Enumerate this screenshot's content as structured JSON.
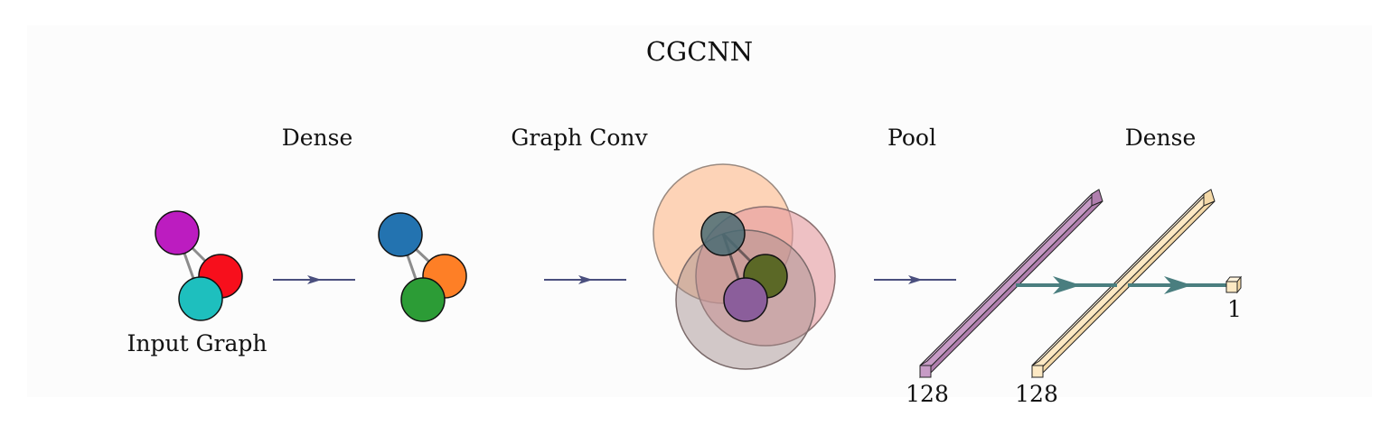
{
  "title": "CGCNN",
  "stages": {
    "dense_1": "Dense",
    "graph_conv": "Graph Conv",
    "pool": "Pool",
    "dense_2": "Dense"
  },
  "input_label": "Input Graph",
  "layers": {
    "pooled_size": "128",
    "dense_size": "128",
    "output_size": "1"
  },
  "colors": {
    "input_nodes": [
      "#bc1cc0",
      "#f70f1c",
      "#1ebfbe"
    ],
    "dense_nodes": [
      "#2373b0",
      "#fe7f26",
      "#2c9c36"
    ],
    "conv_nodes": [
      "#4a6b73",
      "#5b6826",
      "#8b5e9b"
    ],
    "conv_halos": [
      "#fdc6a0",
      "#e59a9f",
      "#c1aeae"
    ],
    "edge": "#8c8c8c",
    "arrow": "#4a4f7e",
    "pool_bar": "#c79bc6",
    "dense_bar": "#fde9c4",
    "connector": "#4a7e7f"
  }
}
